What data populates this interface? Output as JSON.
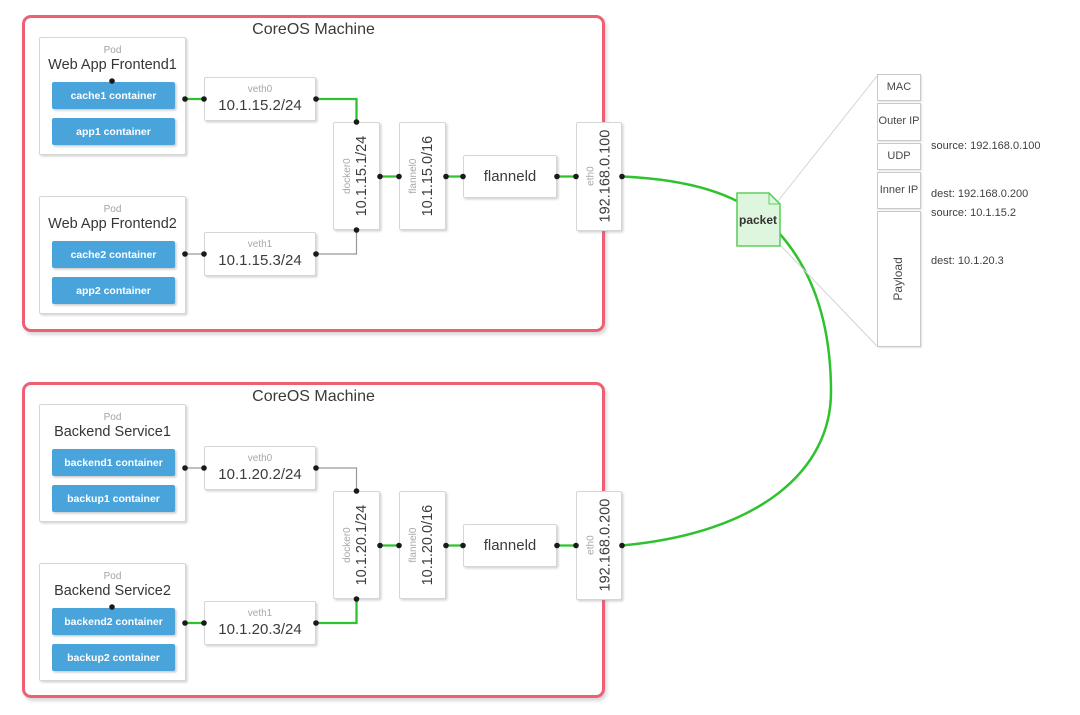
{
  "machine_a": {
    "title": "CoreOS Machine",
    "pod1": {
      "tag": "Pod",
      "title": "Web App Frontend1",
      "c1": "cache1 container",
      "c2": "app1 container"
    },
    "pod2": {
      "tag": "Pod",
      "title": "Web App Frontend2",
      "c1": "cache2 container",
      "c2": "app2 container"
    },
    "veth0": {
      "name": "veth0",
      "ip": "10.1.15.2/24"
    },
    "veth1": {
      "name": "veth1",
      "ip": "10.1.15.3/24"
    },
    "docker0": {
      "name": "docker0",
      "ip": "10.1.15.1/24"
    },
    "flannel0": {
      "name": "flannel0",
      "ip": "10.1.15.0/16"
    },
    "flanneld": {
      "label": "flanneld"
    },
    "eth0": {
      "name": "eth0",
      "ip": "192.168.0.100"
    }
  },
  "machine_b": {
    "title": "CoreOS Machine",
    "pod1": {
      "tag": "Pod",
      "title": "Backend Service1",
      "c1": "backend1 container",
      "c2": "backup1 container"
    },
    "pod2": {
      "tag": "Pod",
      "title": "Backend Service2",
      "c1": "backend2 container",
      "c2": "backup2 container"
    },
    "veth0": {
      "name": "veth0",
      "ip": "10.1.20.2/24"
    },
    "veth1": {
      "name": "veth1",
      "ip": "10.1.20.3/24"
    },
    "docker0": {
      "name": "docker0",
      "ip": "10.1.20.1/24"
    },
    "flannel0": {
      "name": "flannel0",
      "ip": "10.1.20.0/16"
    },
    "flanneld": {
      "label": "flanneld"
    },
    "eth0": {
      "name": "eth0",
      "ip": "192.168.0.200"
    }
  },
  "packet": {
    "label": "packet"
  },
  "packet_structure": {
    "mac": "MAC",
    "outer_ip": "Outer IP",
    "udp": "UDP",
    "inner_ip": "Inner IP",
    "payload": "Payload",
    "outer_annotation": {
      "source": "source: 192.168.0.100",
      "dest": "dest: 192.168.0.200"
    },
    "inner_annotation": {
      "source": "source: 10.1.15.2",
      "dest": "dest: 10.1.20.3"
    }
  },
  "colors": {
    "machine_border": "#ee5f74",
    "flow_green": "#2ec22e",
    "container_blue": "#4aa4dc",
    "packet_fill": "#ddf6dd",
    "packet_border": "#5ed05e",
    "connector_gray": "#999999",
    "callout_gray": "#d4d4d4",
    "dot_black": "#1a1a1a"
  }
}
